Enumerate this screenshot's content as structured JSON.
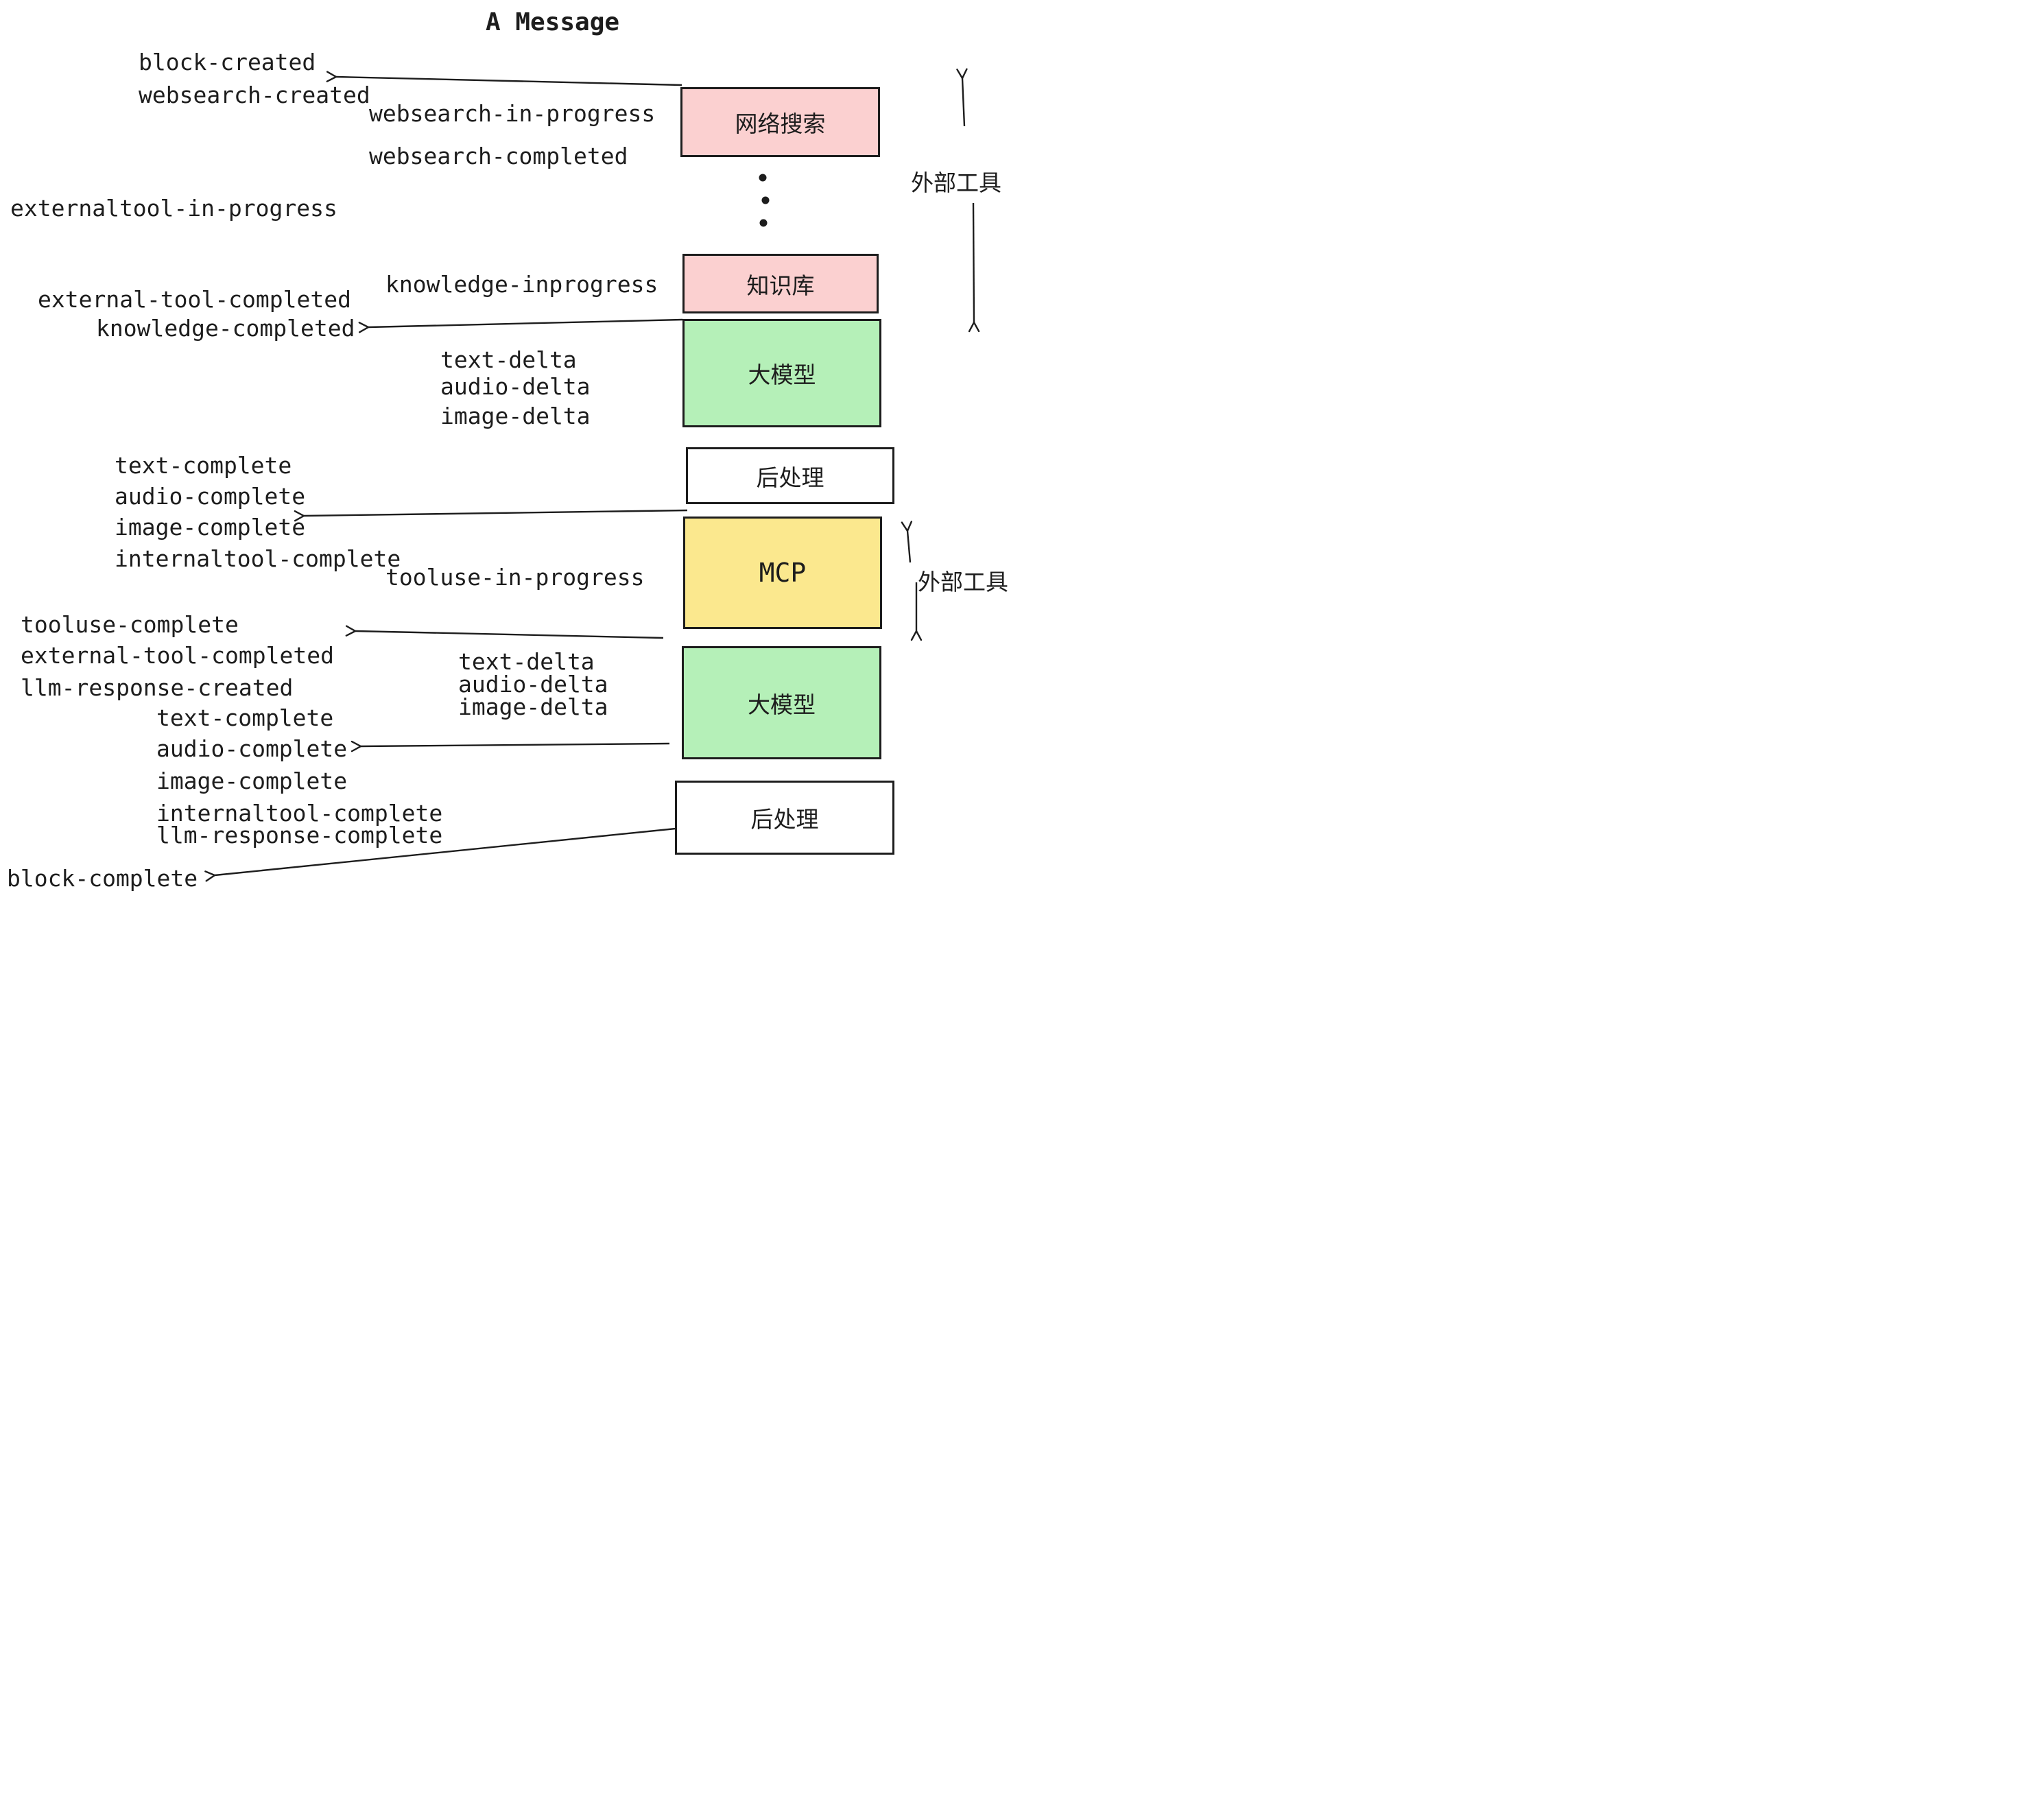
{
  "title": "A Message",
  "colors": {
    "ink": "#1d1d1d",
    "box_pink": "#fbd0d0",
    "box_green": "#b5f0b8",
    "box_yellow": "#fbe88e",
    "box_white": "#ffffff"
  },
  "boxes": {
    "websearch": "网络搜索",
    "knowledge": "知识库",
    "llm": "大模型",
    "postprocess": "后处理",
    "mcp": "MCP"
  },
  "side": {
    "external_tools": "外部工具"
  },
  "events": {
    "block_created": "block-created",
    "websearch_created": "websearch-created",
    "websearch_in_progress": "websearch-in-progress",
    "websearch_completed": "websearch-completed",
    "externaltool_in_progress": "externaltool-in-progress",
    "knowledge_inprogress": "knowledge-inprogress",
    "external_tool_completed": "external-tool-completed",
    "knowledge_completed": "knowledge-completed",
    "text_delta": "text-delta",
    "audio_delta": "audio-delta",
    "image_delta": "image-delta",
    "text_complete": "text-complete",
    "audio_complete": "audio-complete",
    "image_complete": "image-complete",
    "internaltool_complete": "internaltool-complete",
    "tooluse_in_progress": "tooluse-in-progress",
    "tooluse_complete": "tooluse-complete",
    "llm_response_created": "llm-response-created",
    "llm_response_complete": "llm-response-complete",
    "block_complete": "block-complete"
  }
}
